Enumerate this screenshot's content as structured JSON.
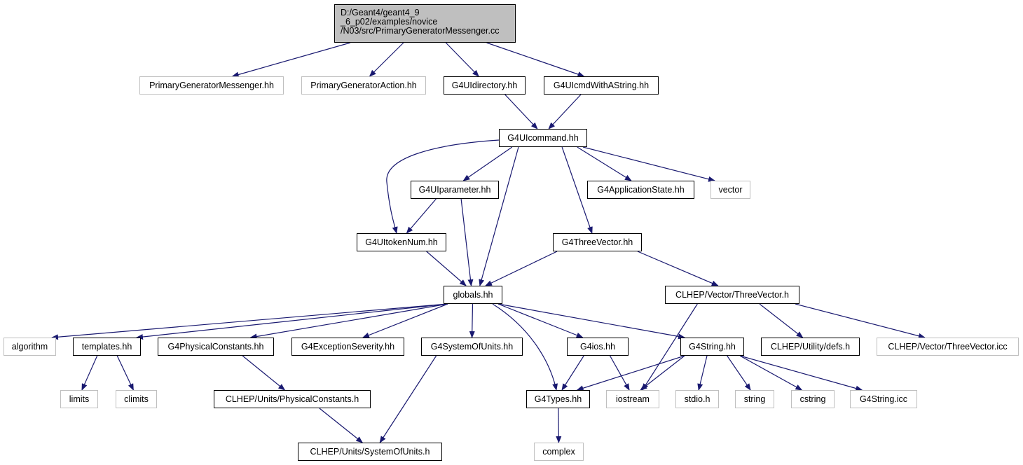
{
  "root": {
    "lines": [
      "D:/Geant4/geant4_9",
      "_6_p02/examples/novice",
      "/N03/src/PrimaryGeneratorMessenger.cc"
    ]
  },
  "nodes": [
    {
      "id": "PrimaryGeneratorMessenger_hh",
      "label": "PrimaryGeneratorMessenger.hh",
      "style": "gray"
    },
    {
      "id": "PrimaryGeneratorAction_hh",
      "label": "PrimaryGeneratorAction.hh",
      "style": "gray"
    },
    {
      "id": "G4UIdirectory_hh",
      "label": "G4UIdirectory.hh",
      "style": "black"
    },
    {
      "id": "G4UIcmdWithAString_hh",
      "label": "G4UIcmdWithAString.hh",
      "style": "black"
    },
    {
      "id": "G4UIcommand_hh",
      "label": "G4UIcommand.hh",
      "style": "black"
    },
    {
      "id": "G4UIparameter_hh",
      "label": "G4UIparameter.hh",
      "style": "black"
    },
    {
      "id": "G4ApplicationState_hh",
      "label": "G4ApplicationState.hh",
      "style": "black"
    },
    {
      "id": "vector",
      "label": "vector",
      "style": "gray"
    },
    {
      "id": "G4UItokenNum_hh",
      "label": "G4UItokenNum.hh",
      "style": "black"
    },
    {
      "id": "G4ThreeVector_hh",
      "label": "G4ThreeVector.hh",
      "style": "black"
    },
    {
      "id": "globals_hh",
      "label": "globals.hh",
      "style": "black"
    },
    {
      "id": "CLHEP_Vector_ThreeVector_h",
      "label": "CLHEP/Vector/ThreeVector.h",
      "style": "black"
    },
    {
      "id": "algorithm",
      "label": "algorithm",
      "style": "gray"
    },
    {
      "id": "templates_hh",
      "label": "templates.hh",
      "style": "black"
    },
    {
      "id": "G4PhysicalConstants_hh",
      "label": "G4PhysicalConstants.hh",
      "style": "black"
    },
    {
      "id": "G4ExceptionSeverity_hh",
      "label": "G4ExceptionSeverity.hh",
      "style": "black"
    },
    {
      "id": "G4SystemOfUnits_hh",
      "label": "G4SystemOfUnits.hh",
      "style": "black"
    },
    {
      "id": "G4ios_hh",
      "label": "G4ios.hh",
      "style": "black"
    },
    {
      "id": "G4String_hh",
      "label": "G4String.hh",
      "style": "black"
    },
    {
      "id": "CLHEP_Utility_defs_h",
      "label": "CLHEP/Utility/defs.h",
      "style": "black"
    },
    {
      "id": "CLHEP_Vector_ThreeVector_icc",
      "label": "CLHEP/Vector/ThreeVector.icc",
      "style": "gray"
    },
    {
      "id": "limits",
      "label": "limits",
      "style": "gray"
    },
    {
      "id": "climits",
      "label": "climits",
      "style": "gray"
    },
    {
      "id": "CLHEP_Units_PhysicalConstants_h",
      "label": "CLHEP/Units/PhysicalConstants.h",
      "style": "black"
    },
    {
      "id": "G4Types_hh",
      "label": "G4Types.hh",
      "style": "black"
    },
    {
      "id": "iostream",
      "label": "iostream",
      "style": "gray"
    },
    {
      "id": "stdio_h",
      "label": "stdio.h",
      "style": "gray"
    },
    {
      "id": "string",
      "label": "string",
      "style": "gray"
    },
    {
      "id": "cstring",
      "label": "cstring",
      "style": "gray"
    },
    {
      "id": "G4String_icc",
      "label": "G4String.icc",
      "style": "gray"
    },
    {
      "id": "CLHEP_Units_SystemOfUnits_h",
      "label": "CLHEP/Units/SystemOfUnits.h",
      "style": "black"
    },
    {
      "id": "complex",
      "label": "complex",
      "style": "gray"
    }
  ],
  "edges": [
    [
      "root",
      "PrimaryGeneratorMessenger_hh"
    ],
    [
      "root",
      "PrimaryGeneratorAction_hh"
    ],
    [
      "root",
      "G4UIdirectory_hh"
    ],
    [
      "root",
      "G4UIcmdWithAString_hh"
    ],
    [
      "G4UIdirectory_hh",
      "G4UIcommand_hh"
    ],
    [
      "G4UIcmdWithAString_hh",
      "G4UIcommand_hh"
    ],
    [
      "G4UIcommand_hh",
      "G4UIparameter_hh"
    ],
    [
      "G4UIcommand_hh",
      "G4ApplicationState_hh"
    ],
    [
      "G4UIcommand_hh",
      "vector"
    ],
    [
      "G4UIcommand_hh",
      "G4UItokenNum_hh"
    ],
    [
      "G4UIcommand_hh",
      "globals_hh"
    ],
    [
      "G4UIcommand_hh",
      "G4ThreeVector_hh"
    ],
    [
      "G4UIparameter_hh",
      "G4UItokenNum_hh"
    ],
    [
      "G4UIparameter_hh",
      "globals_hh"
    ],
    [
      "G4UItokenNum_hh",
      "globals_hh"
    ],
    [
      "G4ThreeVector_hh",
      "globals_hh"
    ],
    [
      "G4ThreeVector_hh",
      "CLHEP_Vector_ThreeVector_h"
    ],
    [
      "globals_hh",
      "algorithm"
    ],
    [
      "globals_hh",
      "templates_hh"
    ],
    [
      "globals_hh",
      "G4PhysicalConstants_hh"
    ],
    [
      "globals_hh",
      "G4ExceptionSeverity_hh"
    ],
    [
      "globals_hh",
      "G4SystemOfUnits_hh"
    ],
    [
      "globals_hh",
      "G4ios_hh"
    ],
    [
      "globals_hh",
      "G4String_hh"
    ],
    [
      "globals_hh",
      "G4Types_hh"
    ],
    [
      "CLHEP_Vector_ThreeVector_h",
      "iostream"
    ],
    [
      "CLHEP_Vector_ThreeVector_h",
      "CLHEP_Utility_defs_h"
    ],
    [
      "CLHEP_Vector_ThreeVector_h",
      "CLHEP_Vector_ThreeVector_icc"
    ],
    [
      "templates_hh",
      "limits"
    ],
    [
      "templates_hh",
      "climits"
    ],
    [
      "G4PhysicalConstants_hh",
      "CLHEP_Units_PhysicalConstants_h"
    ],
    [
      "G4SystemOfUnits_hh",
      "CLHEP_Units_SystemOfUnits_h"
    ],
    [
      "CLHEP_Units_PhysicalConstants_h",
      "CLHEP_Units_SystemOfUnits_h"
    ],
    [
      "G4ios_hh",
      "G4Types_hh"
    ],
    [
      "G4ios_hh",
      "iostream"
    ],
    [
      "G4String_hh",
      "G4Types_hh"
    ],
    [
      "G4String_hh",
      "iostream"
    ],
    [
      "G4String_hh",
      "stdio_h"
    ],
    [
      "G4String_hh",
      "string"
    ],
    [
      "G4String_hh",
      "cstring"
    ],
    [
      "G4String_hh",
      "G4String_icc"
    ],
    [
      "G4Types_hh",
      "complex"
    ]
  ],
  "colors": {
    "edge": "#191970",
    "gray_border": "#bfbfbf",
    "root_fill": "#bfbfbf"
  }
}
